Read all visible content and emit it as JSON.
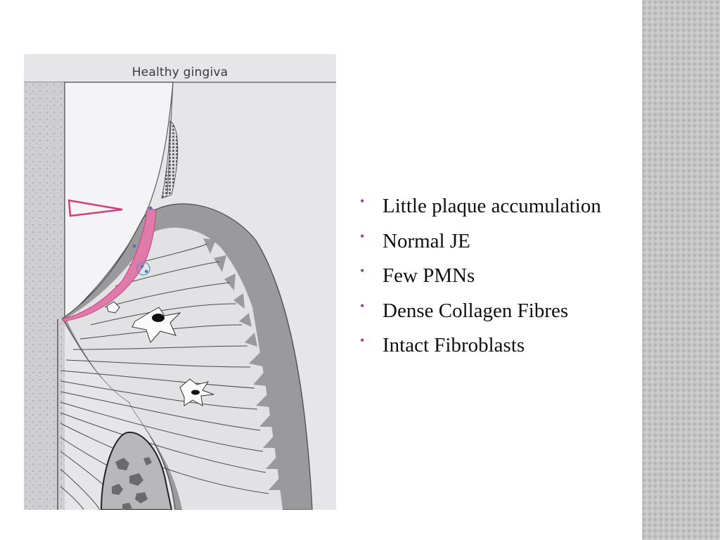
{
  "figure": {
    "caption": "Healthy gingiva",
    "icons": [
      "tooth-surface",
      "plaque-deposit",
      "junctional-epithelium",
      "gingival-tissue",
      "collagen-fibres",
      "fibroblast",
      "pmn",
      "alveolar-bone",
      "gingival-crevice-triangle"
    ]
  },
  "bullets": {
    "marker": "•",
    "items": [
      "Little plaque accumulation",
      "Normal JE",
      "Few PMNs",
      "Dense Collagen Fibres",
      "Intact Fibroblasts"
    ]
  },
  "colors": {
    "bullet_marker": "#9b3d8f",
    "junctional_epithelium": "#e07aa8",
    "epithelium_gray": "#9a9a9c",
    "strip": "#c6c6c6"
  }
}
